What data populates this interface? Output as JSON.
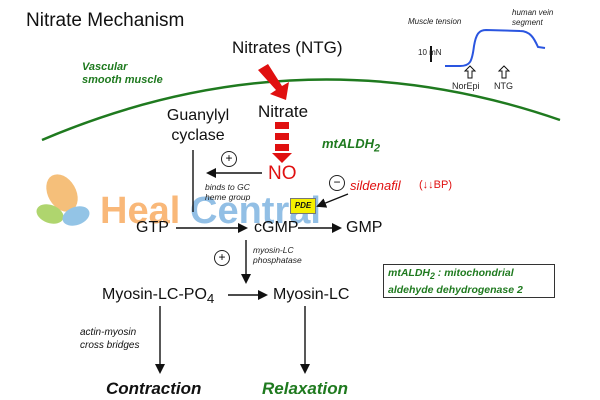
{
  "title": "Nitrate Mechanism",
  "membrane_label": [
    "Vascular",
    "smooth muscle"
  ],
  "nitrates_label": "Nitrates (NTG)",
  "nitrate_label": "Nitrate",
  "enzyme_label": "mtALDH",
  "enzyme_subscript": "2",
  "guanylyl_cyclase": [
    "Guanylyl",
    "cyclase"
  ],
  "no_label": "NO",
  "plus_sign": "+",
  "minus_sign": "−",
  "binds_note": [
    "binds to GC",
    "heme group"
  ],
  "sildenafil_label": "sildenafil",
  "sildenafil_effect": "(↓↓BP)",
  "gtp": "GTP",
  "cgmp": "cGMP",
  "gmp": "GMP",
  "pde": "PDE",
  "phosphatase_note": [
    "myosin-LC",
    "phosphatase"
  ],
  "myosin_lc_po4": "Myosin-LC-PO",
  "myosin_lc_po4_subscript": "4",
  "myosin_lc": "Myosin-LC",
  "actin_note": [
    "actin-myosin",
    "cross bridges"
  ],
  "contraction": "Contraction",
  "relaxation": "Relaxation",
  "legend": {
    "line1": "mtALDH",
    "line1_subscript": "2",
    "line1_rest": " : mitochondrial",
    "line2": "aldehyde dehydrogenase 2"
  },
  "inset": {
    "muscle_tension": "Muscle tension",
    "vein_segment": [
      "human vein",
      "segment"
    ],
    "scale": "10 mN",
    "norepi": "NorEpi",
    "ntg": "NTG"
  },
  "watermark": {
    "heal": "Heal",
    "central": "Central"
  },
  "colors": {
    "green": "#1f7a1f",
    "red": "#e01010",
    "blue": "#2a55e0",
    "pde_yellow": "#f5f000"
  }
}
